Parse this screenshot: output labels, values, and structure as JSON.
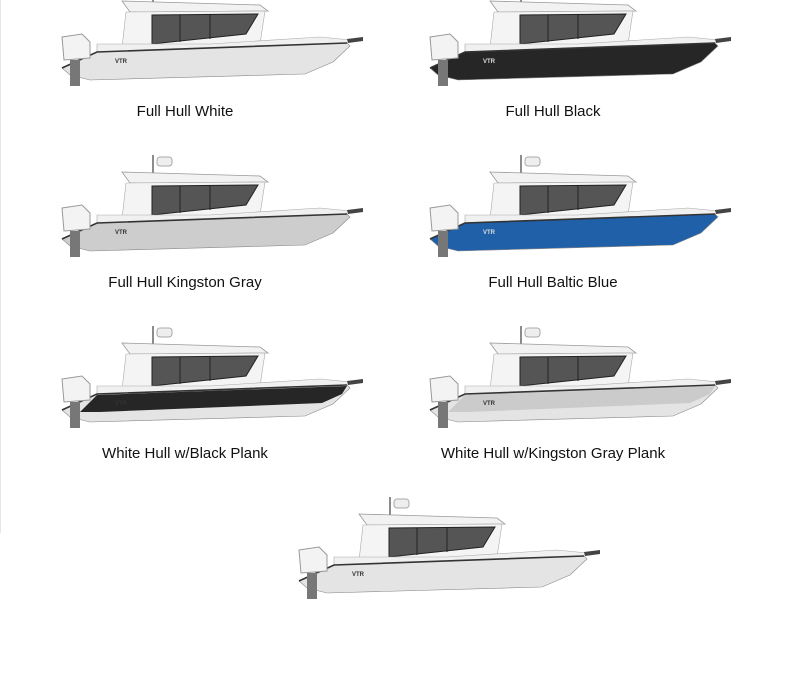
{
  "options": [
    {
      "label": "Full Hull White",
      "hull_color": "#e4e4e4",
      "plank_color": null,
      "logo": "VTR"
    },
    {
      "label": "Full Hull Black",
      "hull_color": "#262626",
      "plank_color": null,
      "logo": "VTR"
    },
    {
      "label": "Full Hull Kingston Gray",
      "hull_color": "#cdcdcd",
      "plank_color": null,
      "logo": "VTR"
    },
    {
      "label": "Full Hull Baltic Blue",
      "hull_color": "#1f60a8",
      "plank_color": null,
      "logo": "VTR"
    },
    {
      "label": "White Hull w/Black Plank",
      "hull_color": "#e4e4e4",
      "plank_color": "#262626",
      "logo": "VTR"
    },
    {
      "label": "White Hull w/Kingston Gray Plank",
      "hull_color": "#e4e4e4",
      "plank_color": "#cbcbcb",
      "logo": "VTR"
    },
    {
      "label": "",
      "hull_color": "#e4e4e4",
      "plank_color": null,
      "logo": "VTR"
    }
  ]
}
